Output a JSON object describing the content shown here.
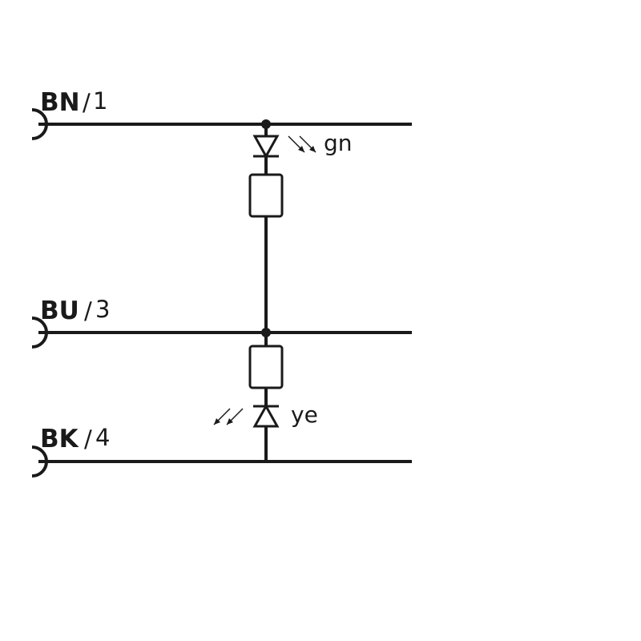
{
  "wires": [
    {
      "color_code": "BN",
      "pin": "1"
    },
    {
      "color_code": "BU",
      "pin": "3"
    },
    {
      "color_code": "BK",
      "pin": "4"
    }
  ],
  "separator": "/",
  "leds": [
    {
      "label": "gn"
    },
    {
      "label": "ye"
    }
  ],
  "colors": {
    "line": "#1a1a1a",
    "background": "#ffffff"
  }
}
